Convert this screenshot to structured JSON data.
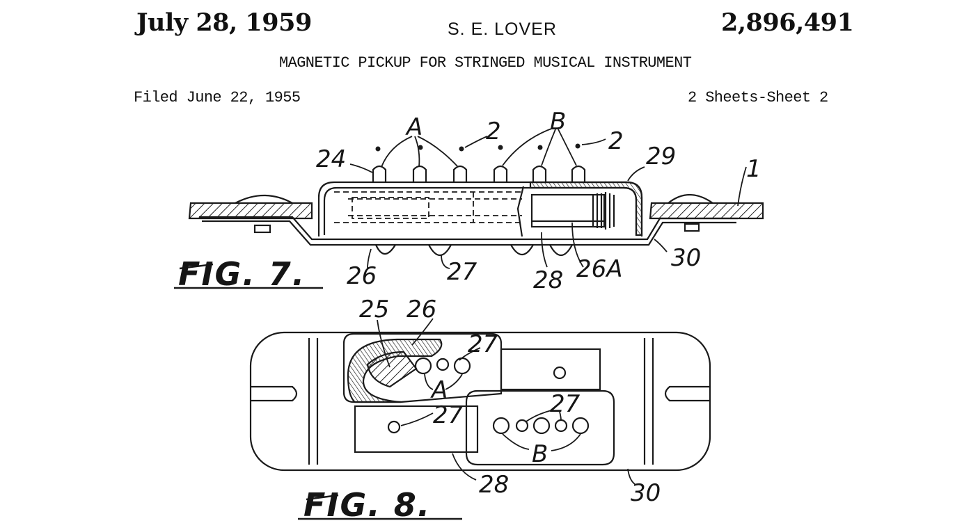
{
  "header": {
    "date": "July 28, 1959",
    "inventor": "S. E. LOVER",
    "patent_number": "2,896,491",
    "title": "MAGNETIC PICKUP FOR STRINGED MUSICAL INSTRUMENT",
    "filed": "Filed June 22, 1955",
    "sheets": "2 Sheets-Sheet 2"
  },
  "figure7": {
    "caption": "FIG. 7.",
    "refs": {
      "r24": "24",
      "rA": "A",
      "r2a": "2",
      "rB": "B",
      "r2b": "2",
      "r29": "29",
      "r1": "1",
      "r26": "26",
      "r27": "27",
      "r28": "28",
      "r26A": "26A",
      "r30": "30"
    }
  },
  "figure8": {
    "caption": "FIG. 8.",
    "refs": {
      "r25": "25",
      "r26": "26",
      "r27a": "27",
      "rA": "A",
      "r27b": "27",
      "r27c": "27",
      "rB": "B",
      "r28": "28",
      "r30": "30"
    }
  }
}
